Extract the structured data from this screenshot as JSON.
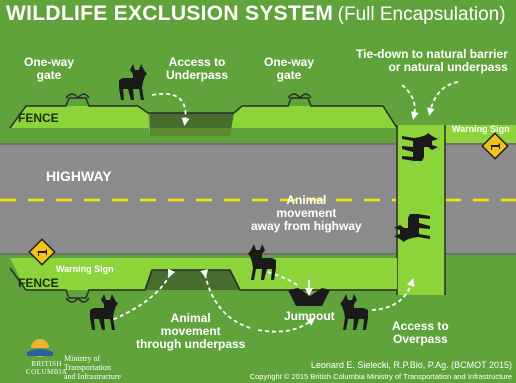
{
  "title": {
    "main": "WILDLIFE EXCLUSION SYSTEM",
    "sub": "(Full Encapsulation)"
  },
  "labels": {
    "one_way_gate_left": "One-way\ngate",
    "access_underpass": "Access to\nUnderpass",
    "one_way_gate_right": "One-way\ngate",
    "tie_down": "Tie-down to natural barrier\nor natural underpass",
    "fence_top": "FENCE",
    "fence_bottom": "FENCE",
    "highway": "HIGHWAY",
    "animal_away": "Animal\nmovement\naway from highway",
    "warning_top": "Warning Sign",
    "warning_bottom": "Warning Sign",
    "animal_through": "Animal\nmovement\nthrough underpass",
    "jumpout": "Jumpout",
    "access_overpass": "Access to\nOverpass"
  },
  "footer": {
    "author": "Leonard E. Sielecki, R.P.Bio, P.Ag. (BCMOT 2015)",
    "copyright": "Copyright © 2015 British Columbia Ministry of Transportation and Infrastructure",
    "ministry": "Ministry of\nTransportation\nand Infrastructure",
    "bc": "BRITISH\nCOLUMBIA"
  },
  "colors": {
    "background": "#5fa33a",
    "verge": "#8cd43a",
    "highway": "#8c8c8c",
    "centerline": "#f2e600",
    "fence": "#2b2b2b",
    "animal": "#1a1a1a",
    "sign": "#f3c417"
  },
  "icons": [
    "deer-icon",
    "warning-sign-icon",
    "jumpout-icon",
    "bc-sun-logo-icon",
    "dashed-arrow-icon"
  ]
}
